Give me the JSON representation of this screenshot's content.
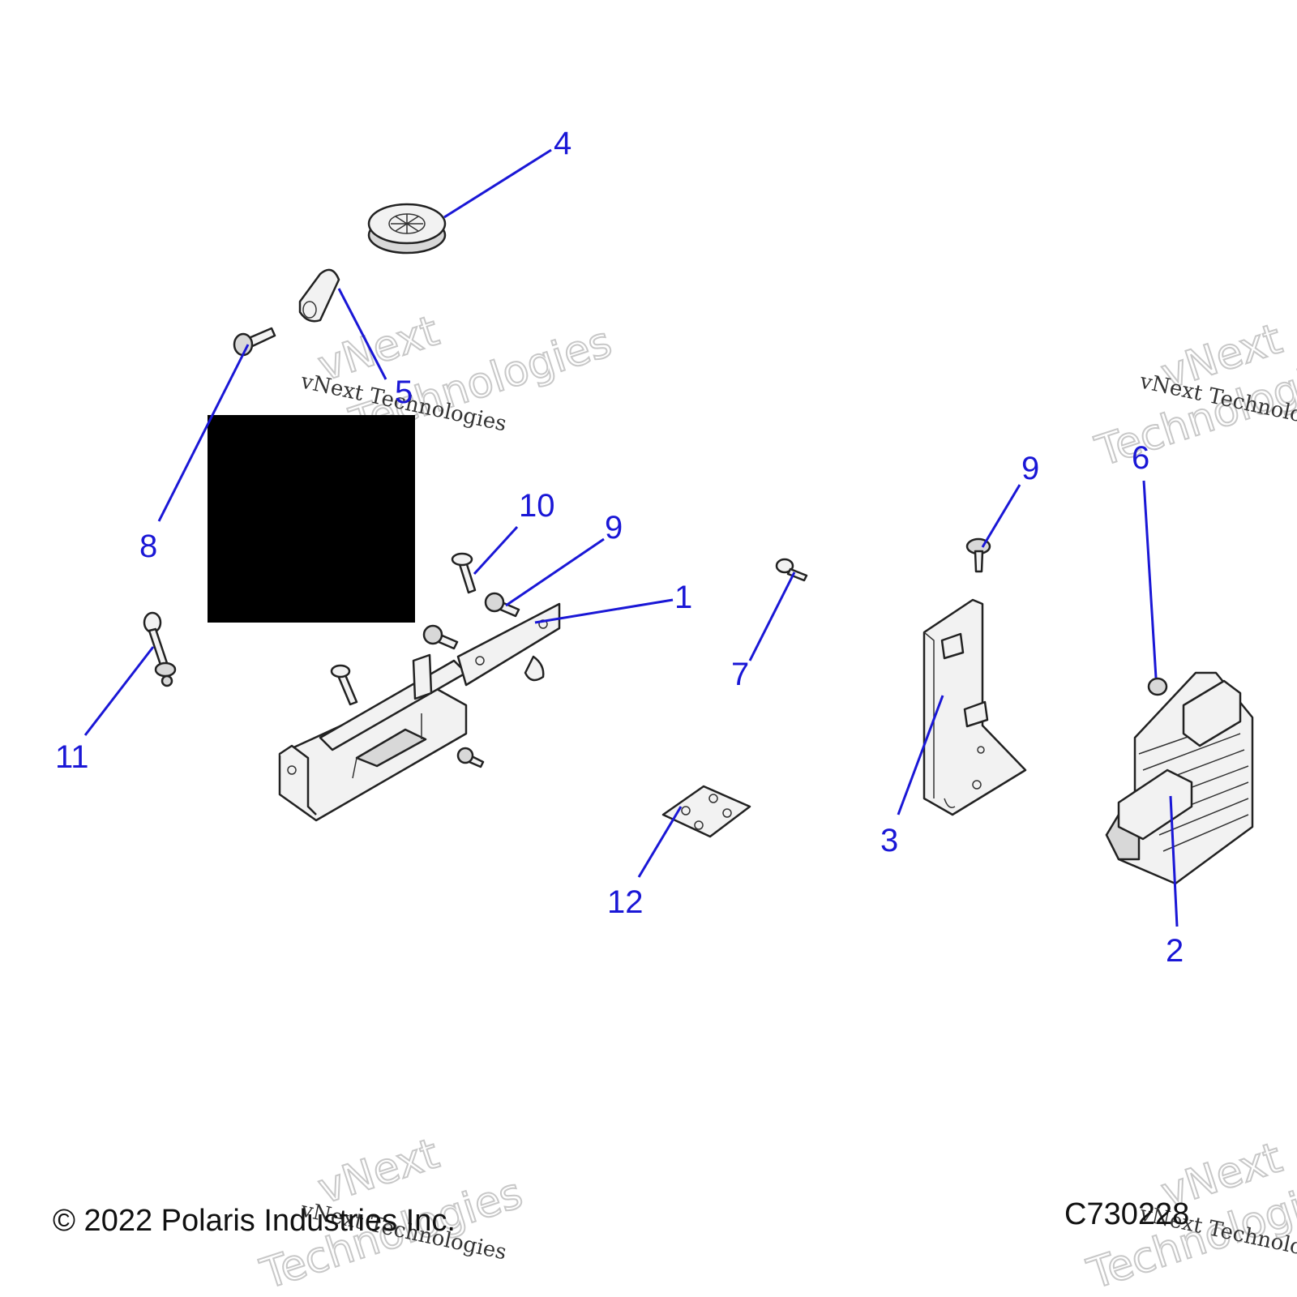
{
  "callouts": {
    "c1": "1",
    "c2": "2",
    "c3": "3",
    "c4": "4",
    "c5": "5",
    "c6": "6",
    "c7": "7",
    "c8": "8",
    "c9a": "9",
    "c9b": "9",
    "c10": "10",
    "c11": "11",
    "c12": "12"
  },
  "copyright": "© 2022 Polaris Industries Inc.",
  "figure_id": "C730228",
  "watermark": {
    "line": "vNext Technologies",
    "word1": "vNext",
    "word2": "Technologies"
  },
  "colors": {
    "callout": "#1a17d6",
    "redaction": "#000000"
  }
}
